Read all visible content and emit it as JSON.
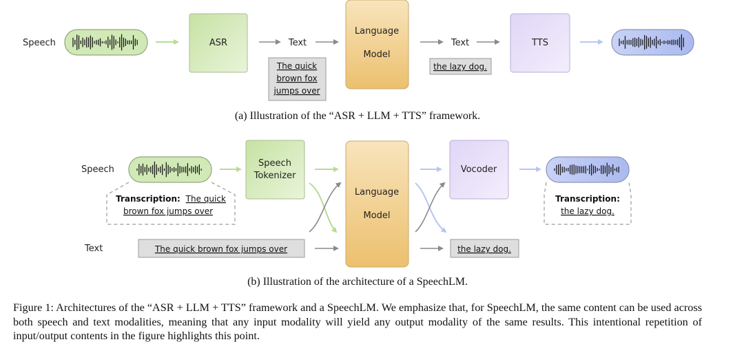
{
  "diagram_a": {
    "speech_label": "Speech",
    "asr_label": "ASR",
    "text_label_1": "Text",
    "text_label_2": "Text",
    "lm_label_line1": "Language",
    "lm_label_line2": "Model",
    "tts_label": "TTS",
    "input_text_lines": [
      "The quick",
      "brown fox",
      "jumps over"
    ],
    "output_text": "the lazy dog.",
    "caption": "(a) Illustration of the “ASR + LLM + TTS” framework."
  },
  "diagram_b": {
    "speech_label": "Speech",
    "text_label": "Text",
    "tokenizer_line1": "Speech",
    "tokenizer_line2": "Tokenizer",
    "lm_label_line1": "Language",
    "lm_label_line2": "Model",
    "vocoder_label": "Vocoder",
    "input_transcription_prefix": "Transcription:",
    "input_transcription_text_1": "The quick",
    "input_transcription_text_2": "brown fox jumps over",
    "output_transcription_prefix": "Transcription:",
    "output_transcription_text": "the lazy dog.",
    "input_text": "The quick brown fox jumps over",
    "output_text": "the lazy dog.",
    "caption": "(b) Illustration of the architecture of a SpeechLM."
  },
  "figure_caption": "Figure 1: Architectures of the “ASR + LLM + TTS” framework and a SpeechLM. We emphasize that, for SpeechLM, the same content can be used across both speech and text modalities, meaning that any input modality will yield any output modality of the same results.  This intentional repetition of input/output contents in the figure highlights this point.",
  "colors": {
    "green_box": "#d6eab8",
    "orange_box": "#f3cd84",
    "purple_box": "#e6dcf6",
    "blue_pill": "#bcc8f3",
    "green_arrow": "#b8dc94",
    "blue_arrow": "#b7c6f1",
    "gray_arrow": "#8a8a8a",
    "text_box": "#dedede"
  }
}
